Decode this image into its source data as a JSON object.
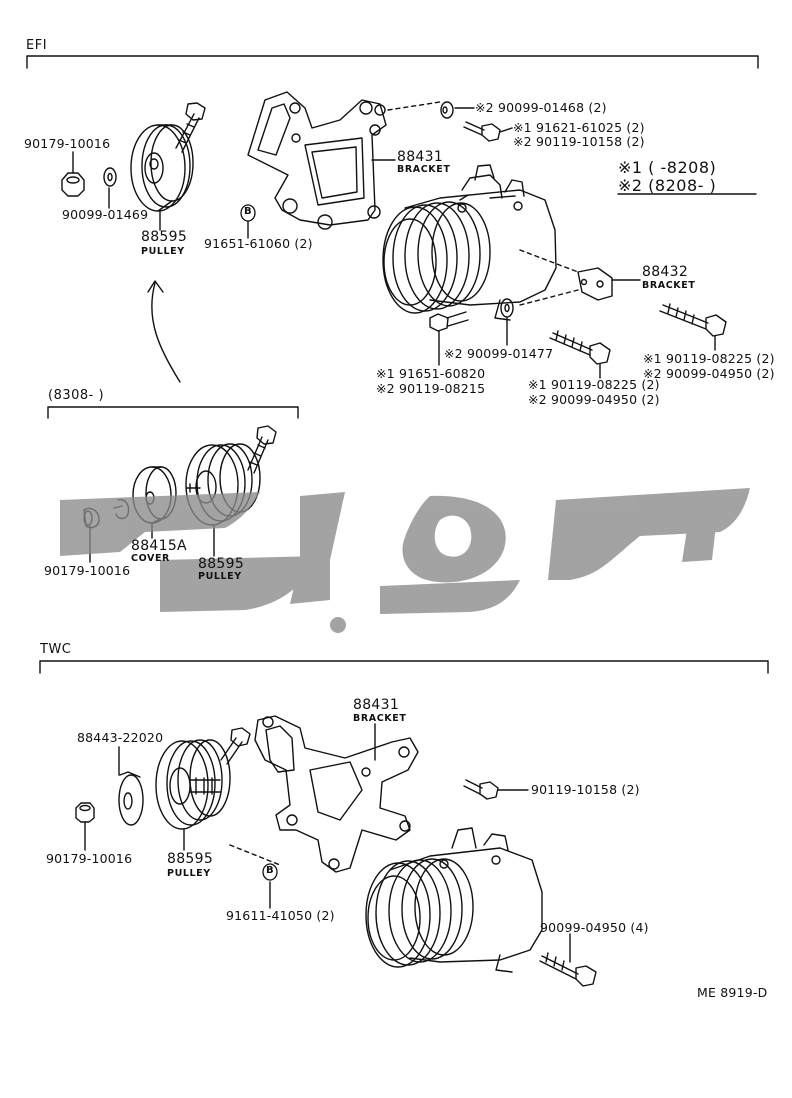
{
  "sections": {
    "efi": "EFI",
    "twc": "TWC",
    "sub_range": "(8308-         )"
  },
  "legend": {
    "mark1": "※1 (          -8208)",
    "mark2": "※2 (8208-           )"
  },
  "watermark_text": "توپچی",
  "diagram_code": "ME 8919-D",
  "efi_parts": {
    "p90179_top": "90179-10016",
    "p90099_01469": "90099-01469",
    "p88595_top": "88595",
    "pulley_top": "PULLEY",
    "p91651_61060": "91651-61060 (2)",
    "p88431_top": "88431",
    "bracket_top": "BRACKET",
    "p90099_01468": "※2 90099-01468 (2)",
    "p91621_61025": "※1 91621-61025 (2)",
    "p90119_10158_efi": "※2 90119-10158 (2)",
    "p88432": "88432",
    "bracket_88432": "BRACKET",
    "p90099_01477": "※2 90099-01477",
    "p91651_60820": "※1 91651-60820",
    "p90119_08215": "※2 90119-08215",
    "p90119_08225_a": "※1 90119-08225 (2)",
    "p90099_04950_a": "※2 90099-04950 (2)",
    "p90119_08225_b": "※1 90119-08225 (2)",
    "p90099_04950_b": "※2 90099-04950 (2)"
  },
  "sub_parts": {
    "p88415a": "88415A",
    "cover": "COVER",
    "p88595_mid": "88595",
    "pulley_mid": "PULLEY",
    "p90179_mid": "90179-10016"
  },
  "twc_parts": {
    "p88443": "88443-22020",
    "p88431_bot": "88431",
    "bracket_bot": "BRACKET",
    "p90119_10158_twc": "90119-10158 (2)",
    "p90179_bot": "90179-10016",
    "p88595_bot": "88595",
    "pulley_bot": "PULLEY",
    "p91611_41050": "91611-41050 (2)",
    "p90099_04950_twc": "90099-04950 (4)"
  },
  "markers": {
    "b": "B"
  }
}
